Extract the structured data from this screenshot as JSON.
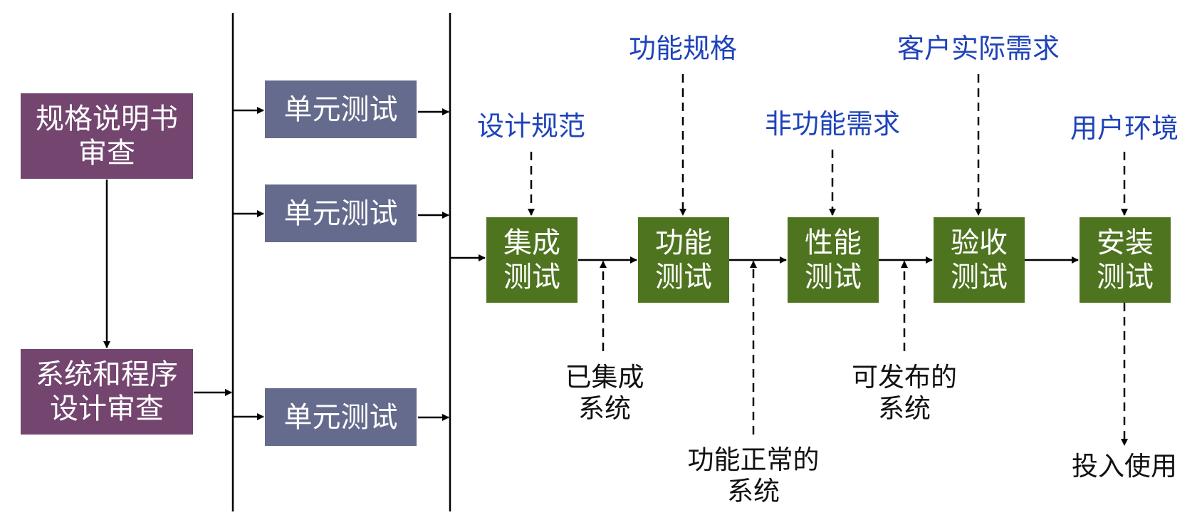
{
  "review_boxes": [
    {
      "lines": [
        "规格说明书",
        "审查"
      ]
    },
    {
      "lines": [
        "系统和程序",
        "设计审查"
      ]
    }
  ],
  "unit_tests": [
    "单元测试",
    "单元测试",
    "单元测试"
  ],
  "test_stages": [
    {
      "lines": [
        "集成",
        "测试"
      ]
    },
    {
      "lines": [
        "功能",
        "测试"
      ]
    },
    {
      "lines": [
        "性能",
        "测试"
      ]
    },
    {
      "lines": [
        "验收",
        "测试"
      ]
    },
    {
      "lines": [
        "安装",
        "测试"
      ]
    }
  ],
  "inputs": [
    "设计规范",
    "功能规格",
    "非功能需求",
    "客户实际需求",
    "用户环境"
  ],
  "outputs": [
    {
      "lines": [
        "已集成",
        "系统"
      ]
    },
    {
      "lines": [
        "功能正常的",
        "系统"
      ]
    },
    {
      "lines": [
        "可发布的",
        "系统"
      ]
    },
    {
      "lines": [
        "投入使用"
      ]
    }
  ],
  "colors": {
    "review_box": "#73456f",
    "unit_test_box": "#656b8c",
    "stage_box": "#4f7420",
    "input_text": "#1f44ba",
    "output_text": "#111111",
    "lines": "#000000"
  }
}
